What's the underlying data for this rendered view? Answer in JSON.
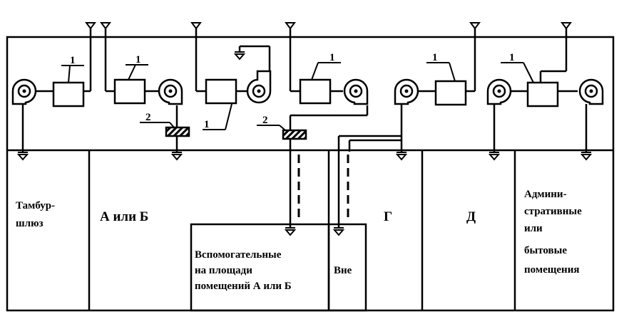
{
  "labels": {
    "item1": "1",
    "item2": "2"
  },
  "rooms": {
    "tambur_line1": "Тамбур-",
    "tambur_line2": "шлюз",
    "a_or_b": "А или Б",
    "g": "Г",
    "d": "Д",
    "admin_line1": "Админи-",
    "admin_line2": "стративные",
    "admin_line3": "или",
    "admin_line4": "бытовые",
    "admin_line5": "помещения",
    "aux_line1": "Вспомогательные",
    "aux_line2": "на площади",
    "aux_line3": "помещений А или Б",
    "outside": "Вне"
  }
}
